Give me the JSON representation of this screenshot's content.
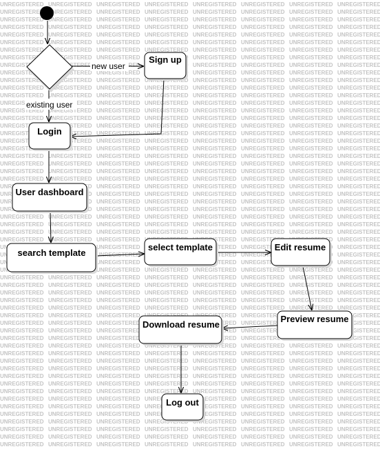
{
  "watermark": "UNREGISTERED",
  "nodes": {
    "sign_up": "Sign up",
    "login": "Login",
    "user_dashboard": "User dashboard",
    "search_template": "search template",
    "select_template": "select template",
    "edit_resume": "Edit resume",
    "preview_resume": "Preview resume",
    "download_resume": "Download resume",
    "log_out": "Log out"
  },
  "edges": {
    "new_user": "new user",
    "existing_user": "existing user"
  }
}
